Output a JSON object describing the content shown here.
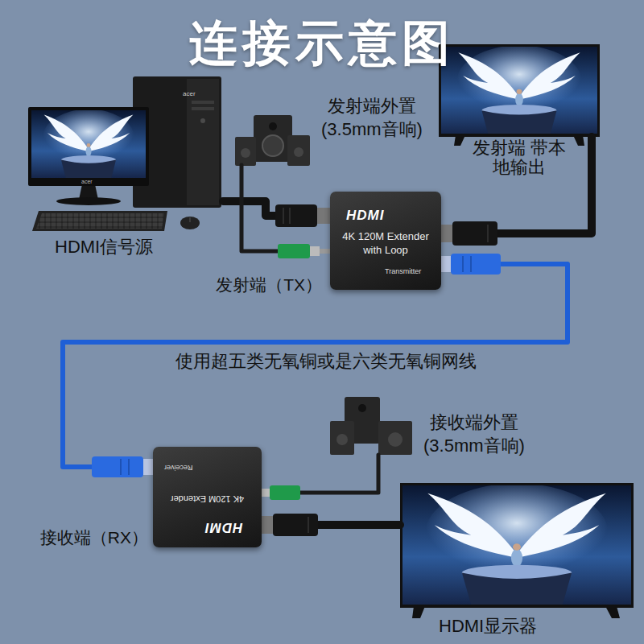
{
  "diagram": {
    "title": "连接示意图",
    "nodes": [
      {
        "text": [
          "HDMI信号源"
        ]
      },
      {
        "text": [
          "发射端外置 (3.5mm音响)"
        ]
      },
      {
        "text": [
          "HDMI",
          "4K 120M Extender with Loop",
          "Transmitter",
          "发射端（TX）"
        ]
      },
      {
        "text": [
          "发射端 带本地输出"
        ]
      },
      {
        "text": [
          "Receiver",
          "4K 120M Extender",
          "HDMI",
          "接收端（RX）"
        ]
      },
      {
        "text": [
          "接收端外置 (3.5mm音响)"
        ]
      },
      {
        "text": [
          "HDMI显示器"
        ]
      }
    ],
    "edges": [
      {
        "from": 0,
        "to": 2,
        "arrow": "none"
      },
      {
        "from": 1,
        "to": 2,
        "arrow": "none"
      },
      {
        "from": 2,
        "to": 3,
        "arrow": "none"
      },
      {
        "from": 2,
        "to": 4,
        "arrow": "none",
        "label": "使用超五类无氧铜或是六类无氧铜网线"
      },
      {
        "from": 4,
        "to": 5,
        "arrow": "none"
      },
      {
        "from": 4,
        "to": 6,
        "arrow": "none"
      }
    ],
    "labels": [
      "acer",
      "acer"
    ]
  }
}
